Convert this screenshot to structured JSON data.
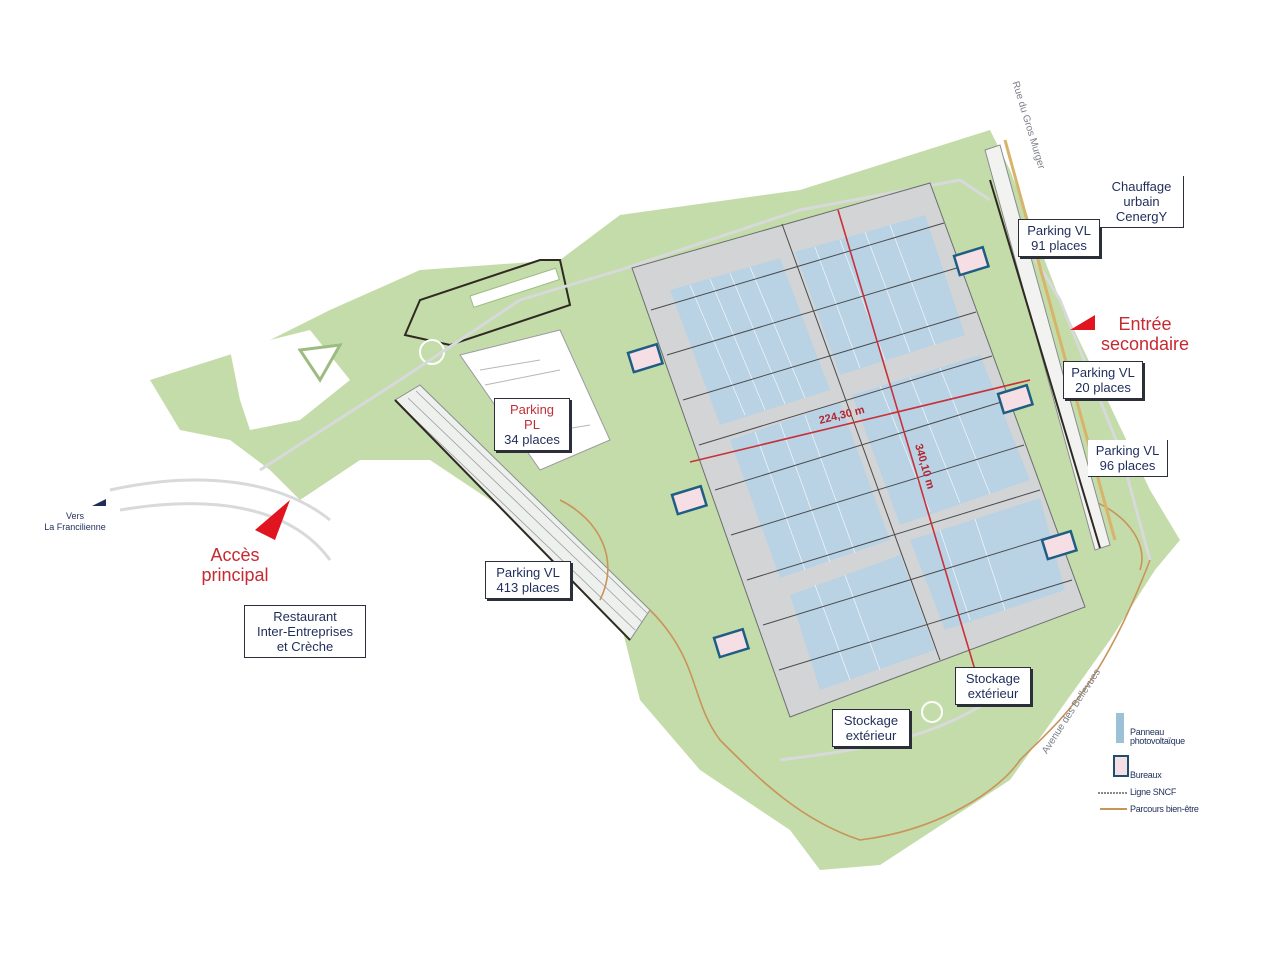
{
  "map": {
    "colors": {
      "background": "#ffffff",
      "green": "#b7d39a",
      "green_light": "#cfe3b6",
      "roof_grey": "#cfd0d1",
      "solar_blue": "#b8d2e4",
      "dim_red": "#c8303a",
      "outline_dark": "#2e2a22",
      "path_orange": "#c9945a",
      "office_blue": "#1f5e84",
      "office_pink": "#f6dfe4"
    },
    "dimensions": {
      "width_label": "224,30 m",
      "length_label": "340,10 m"
    }
  },
  "labels": {
    "parking_vl_91": {
      "line1": "Parking VL",
      "line2": "91 places"
    },
    "chauffage": {
      "line1": "Chauffage",
      "line2": "urbain",
      "line3": "CenergY"
    },
    "entree_secondaire": {
      "line1": "Entrée",
      "line2": "secondaire"
    },
    "parking_vl_20": {
      "line1": "Parking VL",
      "line2": "20 places"
    },
    "parking_vl_96": {
      "line1": "Parking VL",
      "line2": "96 places"
    },
    "parking_pl_34": {
      "line1": "Parking PL",
      "line2": "34 places"
    },
    "parking_vl_413": {
      "line1": "Parking VL",
      "line2": "413 places"
    },
    "acces_principal": {
      "line1": "Accès",
      "line2": "principal"
    },
    "vers_francilienne": {
      "line1": "Vers",
      "line2": "La Francilienne"
    },
    "restaurant": {
      "line1": "Restaurant",
      "line2": "Inter-Entreprises",
      "line3": "et Crèche"
    },
    "stockage_1": {
      "line1": "Stockage",
      "line2": "extérieur"
    },
    "stockage_2": {
      "line1": "Stockage",
      "line2": "extérieur"
    }
  },
  "streets": {
    "rue_gros_murger": "Rue du Gros Murger",
    "avenue_bellevues": "Avenue des Bellevues"
  },
  "legend": {
    "items": [
      {
        "icon": "solar-panel-swatch",
        "label": "Panneau photovoltaïque"
      },
      {
        "icon": "office-swatch",
        "label": "Bureaux"
      },
      {
        "icon": "railway-line",
        "label": "Ligne SNCF"
      },
      {
        "icon": "wellness-path-line",
        "label": "Parcours  bien-être"
      }
    ]
  }
}
